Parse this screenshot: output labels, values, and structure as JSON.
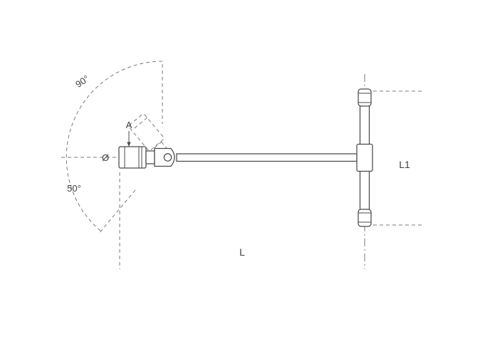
{
  "labels": {
    "swivel_angle_max": "90°",
    "swivel_angle_min": "50°",
    "dim_socket": "A",
    "dim_diameter": "Ø",
    "dim_total_length": "L",
    "dim_handle_length": "L1"
  },
  "colors": {
    "solid_line": "#4a4a4a",
    "dashed_line": "#7a7a7a",
    "text": "#3f3f3f",
    "background": "#ffffff"
  }
}
